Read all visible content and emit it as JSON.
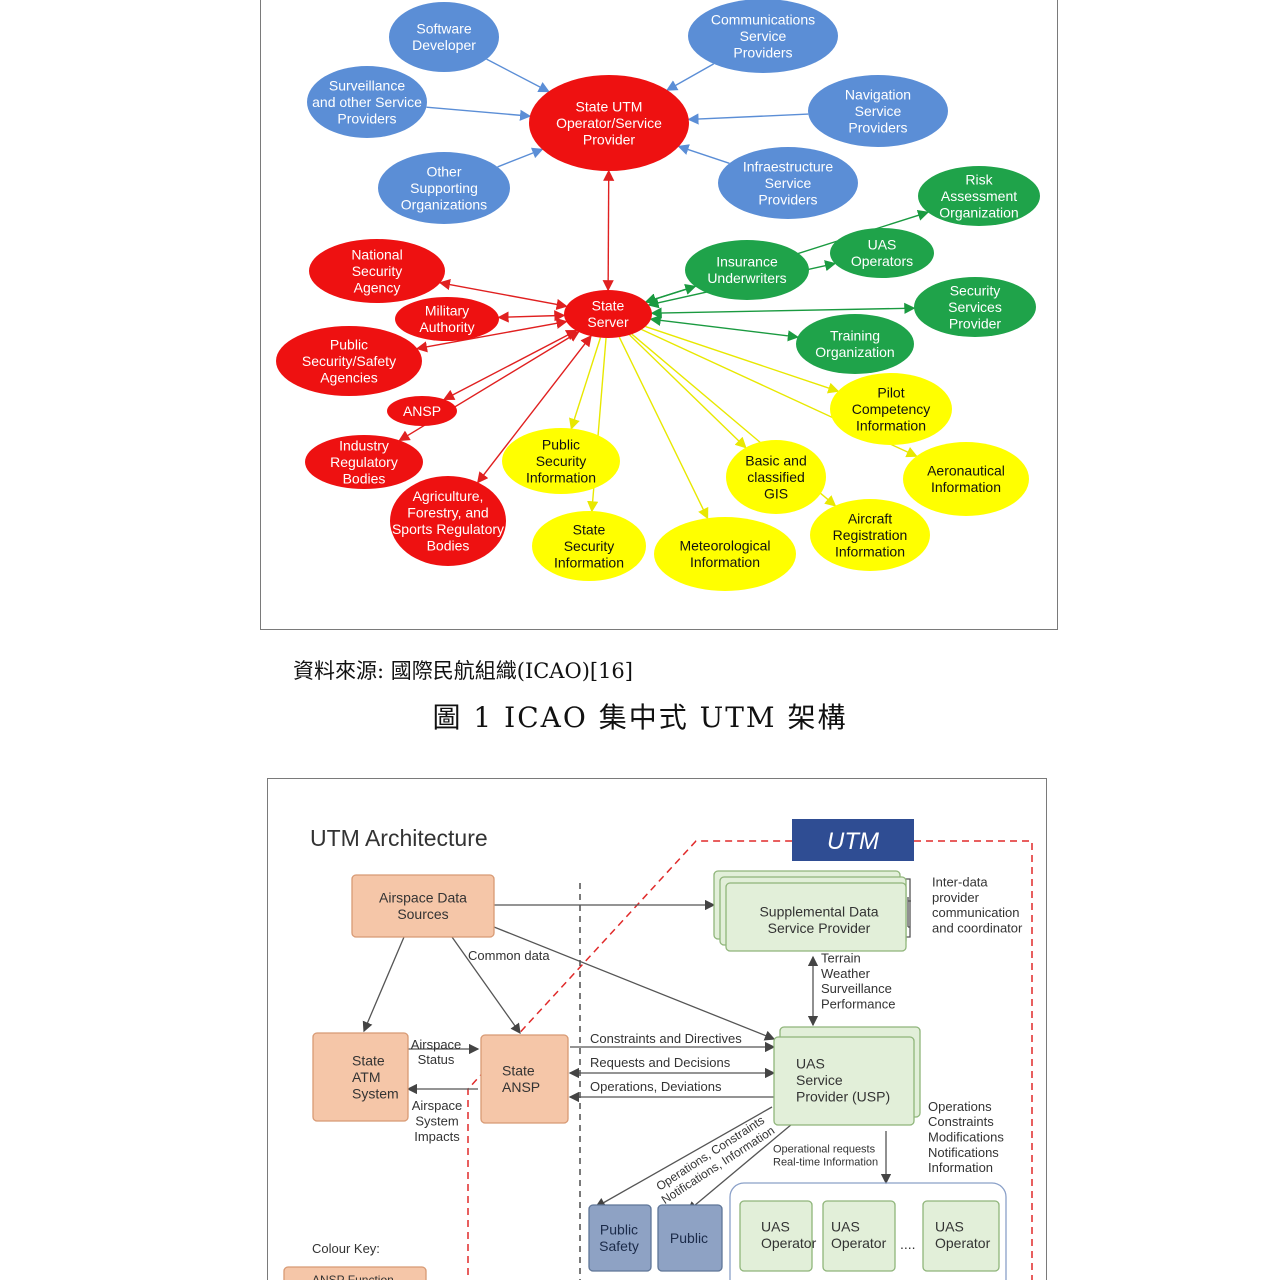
{
  "figure1": {
    "center_nodes": [
      {
        "id": "state-utm-operator",
        "lines": [
          "State UTM",
          "Operator/Service",
          "Provider"
        ]
      },
      {
        "id": "state-server",
        "lines": [
          "State",
          "Server"
        ]
      }
    ],
    "blue_nodes": [
      {
        "id": "software-developer",
        "lines": [
          "Software",
          "Developer"
        ]
      },
      {
        "id": "communications-service-providers",
        "lines": [
          "Communications",
          "Service",
          "Providers"
        ]
      },
      {
        "id": "surveillance-providers",
        "lines": [
          "Surveillance",
          "and other Service",
          "Providers"
        ]
      },
      {
        "id": "navigation-service-providers",
        "lines": [
          "Navigation",
          "Service",
          "Providers"
        ]
      },
      {
        "id": "other-supporting-organizations",
        "lines": [
          "Other",
          "Supporting",
          "Organizations"
        ]
      },
      {
        "id": "infrastructure-service-providers",
        "lines": [
          "Infraestructure",
          "Service",
          "Providers"
        ]
      }
    ],
    "red_nodes": [
      {
        "id": "national-security-agency",
        "lines": [
          "National",
          "Security",
          "Agency"
        ]
      },
      {
        "id": "military-authority",
        "lines": [
          "Military",
          "Authority"
        ]
      },
      {
        "id": "public-security-safety-agencies",
        "lines": [
          "Public",
          "Security/Safety",
          "Agencies"
        ]
      },
      {
        "id": "ansp",
        "lines": [
          "ANSP"
        ]
      },
      {
        "id": "industry-regulatory-bodies",
        "lines": [
          "Industry",
          "Regulatory",
          "Bodies"
        ]
      },
      {
        "id": "agriculture-forestry-sports",
        "lines": [
          "Agriculture,",
          "Forestry, and",
          "Sports Regulatory",
          "Bodies"
        ]
      }
    ],
    "green_nodes": [
      {
        "id": "risk-assessment-organization",
        "lines": [
          "Risk",
          "Assessment",
          "Organization"
        ]
      },
      {
        "id": "uas-operators",
        "lines": [
          "UAS",
          "Operators"
        ]
      },
      {
        "id": "insurance-underwriters",
        "lines": [
          "Insurance",
          "Underwriters"
        ]
      },
      {
        "id": "security-services-provider",
        "lines": [
          "Security",
          "Services",
          "Provider"
        ]
      },
      {
        "id": "training-organization",
        "lines": [
          "Training",
          "Organization"
        ]
      }
    ],
    "yellow_nodes": [
      {
        "id": "pilot-competency-information",
        "lines": [
          "Pilot",
          "Competency",
          "Information"
        ]
      },
      {
        "id": "aeronautical-information",
        "lines": [
          "Aeronautical",
          "Information"
        ]
      },
      {
        "id": "basic-classified-gis",
        "lines": [
          "Basic and",
          "classified",
          "GIS"
        ]
      },
      {
        "id": "aircraft-registration-information",
        "lines": [
          "Aircraft",
          "Registration",
          "Information"
        ]
      },
      {
        "id": "public-security-information",
        "lines": [
          "Public",
          "Security",
          "Information"
        ]
      },
      {
        "id": "state-security-information",
        "lines": [
          "State",
          "Security",
          "Information"
        ]
      },
      {
        "id": "meteorological-information",
        "lines": [
          "Meteorological",
          "Information"
        ]
      }
    ],
    "colors": {
      "blue": "#5b8ed6",
      "red": "#ee1111",
      "green": "#1fa34a",
      "yellow": "#ffff00",
      "edge_blue": "#5b8ed6",
      "edge_red": "#e02020",
      "edge_green": "#1a9a40",
      "edge_yellow": "#e8e800"
    }
  },
  "source_line": "資料來源: 國際民航組織(ICAO)[16]",
  "figure_caption": "圖 1 ICAO 集中式 UTM 架構",
  "figure2": {
    "title": "UTM Architecture",
    "utm_badge": "UTM",
    "boxes": {
      "airspace_data_sources": [
        "Airspace Data",
        "Sources"
      ],
      "supplemental_data_service_provider": [
        "Supplemental Data",
        "Service Provider"
      ],
      "state_atm_system": [
        "State",
        "ATM",
        "System"
      ],
      "state_ansp": [
        "State",
        "ANSP"
      ],
      "uss": [
        "UAS",
        "Service",
        "Provider (USP)"
      ],
      "public_safety": [
        "Public",
        "Safety"
      ],
      "public": [
        "Public"
      ],
      "uas_operators": [
        [
          "UAS",
          "Operator"
        ],
        [
          "UAS",
          "Operator"
        ],
        [
          "UAS",
          "Operator"
        ]
      ],
      "ellipsis": "....",
      "ansp_function": "ANSP Function"
    },
    "labels": {
      "inter_data": [
        "Inter-data",
        "provider",
        "communication",
        "and coordinator"
      ],
      "common_data": "Common data",
      "terrain_list": [
        "Terrain",
        "Weather",
        "Surveillance",
        "Performance"
      ],
      "airspace_status": [
        "Airspace",
        "Status"
      ],
      "airspace_system_impacts": [
        "Airspace",
        "System",
        "Impacts"
      ],
      "constraints_directives": "Constraints and Directives",
      "requests_decisions": "Requests and Decisions",
      "operations_deviations": "Operations, Deviations",
      "ops_constraints_diag": [
        "Operations, Constraints",
        "Notifications, Information"
      ],
      "operational_requests": [
        "Operational requests",
        "Real-time Information"
      ],
      "right_list": [
        "Operations",
        "Constraints",
        "Modifications",
        "Notifications",
        "Information"
      ],
      "colour_key": "Colour Key:"
    },
    "colors": {
      "ansp_fill": "#f5c6a8",
      "ansp_stroke": "#d89a74",
      "utm_fill": "#e2efd9",
      "utm_stroke": "#8fb57a",
      "public_fill": "#8ea2c4",
      "public_stroke": "#5f7698",
      "badge": "#2f4d93",
      "dash": "#e02a2a"
    }
  }
}
